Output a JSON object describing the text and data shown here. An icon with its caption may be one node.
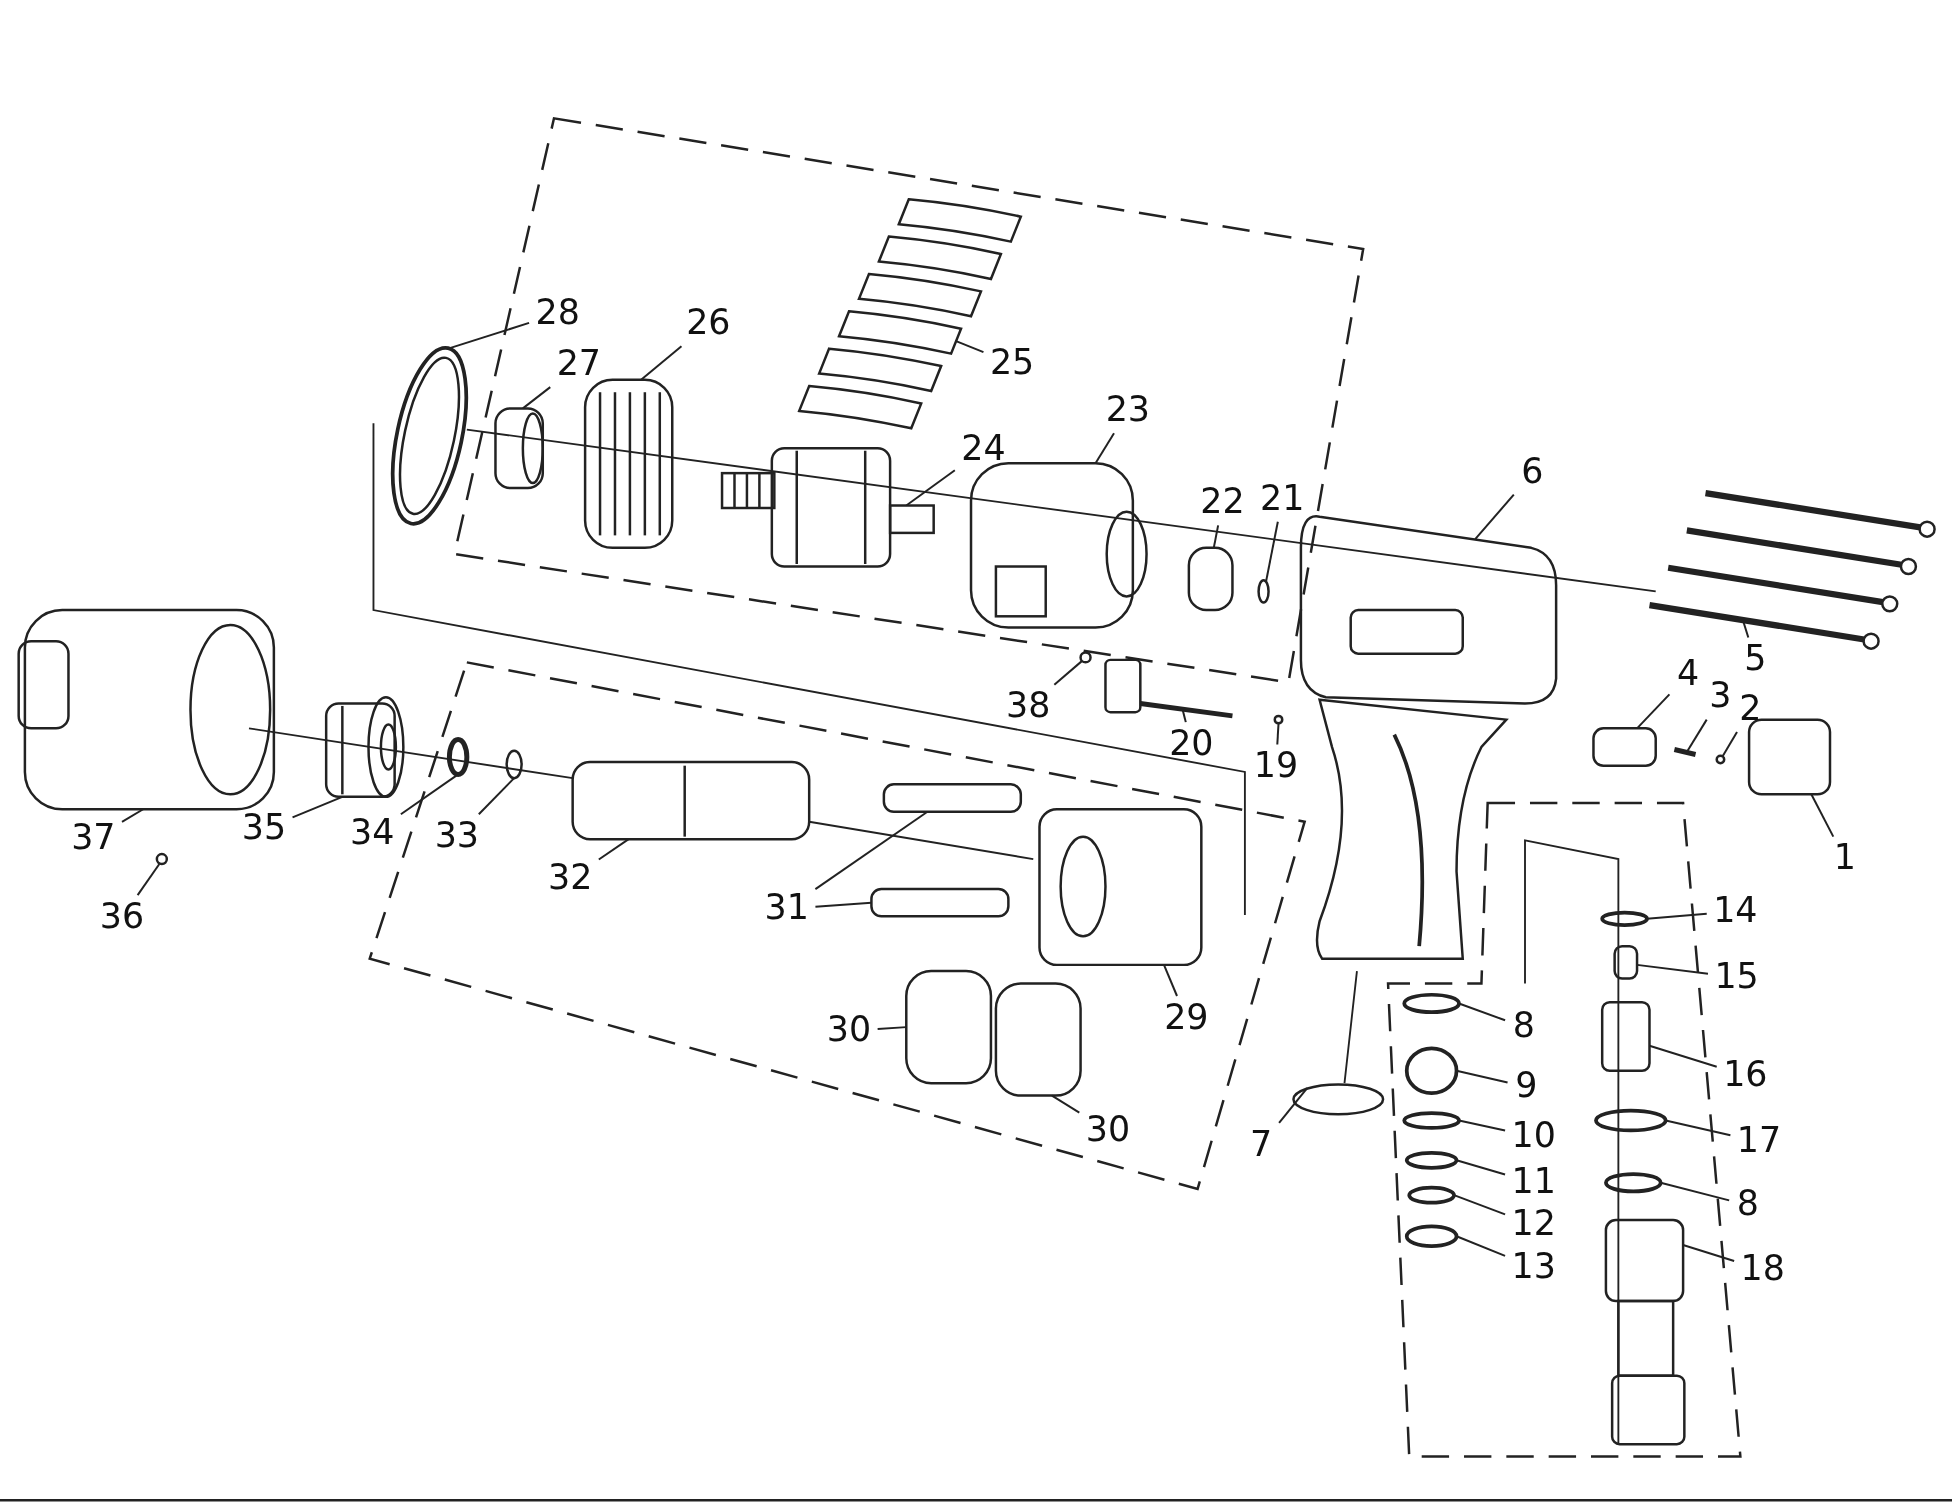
{
  "diagram": {
    "nodes": [
      {
        "text": [
          "1"
        ]
      },
      {
        "text": [
          "2"
        ]
      },
      {
        "text": [
          "3"
        ]
      },
      {
        "text": [
          "4"
        ]
      },
      {
        "text": [
          "5"
        ]
      },
      {
        "text": [
          "6"
        ]
      },
      {
        "text": [
          "7"
        ]
      },
      {
        "text": [
          "8"
        ]
      },
      {
        "text": [
          "9"
        ]
      },
      {
        "text": [
          "10"
        ]
      },
      {
        "text": [
          "11"
        ]
      },
      {
        "text": [
          "12"
        ]
      },
      {
        "text": [
          "13"
        ]
      },
      {
        "text": [
          "14"
        ]
      },
      {
        "text": [
          "15"
        ]
      },
      {
        "text": [
          "16"
        ]
      },
      {
        "text": [
          "17"
        ]
      },
      {
        "text": [
          "8"
        ]
      },
      {
        "text": [
          "18"
        ]
      },
      {
        "text": [
          "19"
        ]
      },
      {
        "text": [
          "20"
        ]
      },
      {
        "text": [
          "21"
        ]
      },
      {
        "text": [
          "22"
        ]
      },
      {
        "text": [
          "23"
        ]
      },
      {
        "text": [
          "24"
        ]
      },
      {
        "text": [
          "25"
        ]
      },
      {
        "text": [
          "26"
        ]
      },
      {
        "text": [
          "27"
        ]
      },
      {
        "text": [
          "28"
        ]
      },
      {
        "text": [
          "29"
        ]
      },
      {
        "text": [
          "30"
        ]
      },
      {
        "text": [
          "30"
        ]
      },
      {
        "text": [
          "31"
        ]
      },
      {
        "text": [
          "32"
        ]
      },
      {
        "text": [
          "33"
        ]
      },
      {
        "text": [
          "34"
        ]
      },
      {
        "text": [
          "35"
        ]
      },
      {
        "text": [
          "36"
        ]
      },
      {
        "text": [
          "37"
        ]
      },
      {
        "text": [
          "38"
        ]
      },
      {
        "text": [],
        "shape": "box"
      },
      {
        "text": [],
        "shape": "circle"
      },
      {
        "text": [],
        "shape": "bar"
      },
      {
        "text": [],
        "shape": "box"
      },
      {
        "text": [],
        "shape": "picture"
      },
      {
        "text": [],
        "shape": "picture"
      },
      {
        "text": [],
        "shape": "circle"
      },
      {
        "text": [],
        "shape": "circle"
      },
      {
        "text": [],
        "shape": "circle"
      },
      {
        "text": [],
        "shape": "circle"
      },
      {
        "text": [],
        "shape": "circle"
      },
      {
        "text": [],
        "shape": "circle"
      },
      {
        "text": [],
        "shape": "circle"
      },
      {
        "text": [],
        "shape": "circle"
      },
      {
        "text": [],
        "shape": "box"
      },
      {
        "text": [],
        "shape": "box"
      },
      {
        "text": [],
        "shape": "circle"
      },
      {
        "text": [],
        "shape": "circle"
      },
      {
        "text": [],
        "shape": "picture"
      },
      {
        "text": [],
        "shape": "circle"
      },
      {
        "text": [],
        "shape": "picture"
      },
      {
        "text": [],
        "shape": "circle"
      },
      {
        "text": [],
        "shape": "box"
      },
      {
        "text": [],
        "shape": "picture"
      },
      {
        "text": [],
        "shape": "picture"
      },
      {
        "text": [],
        "shape": "picture"
      },
      {
        "text": [],
        "shape": "picture"
      },
      {
        "text": [],
        "shape": "picture"
      },
      {
        "text": [],
        "shape": "picture"
      },
      {
        "text": [],
        "shape": "picture"
      },
      {
        "text": [],
        "shape": "box"
      },
      {
        "text": [],
        "shape": "box"
      },
      {
        "text": [],
        "shape": "box"
      },
      {
        "text": [],
        "shape": "picture"
      },
      {
        "text": [],
        "shape": "circle"
      },
      {
        "text": [],
        "shape": "circle"
      },
      {
        "text": [],
        "shape": "picture"
      },
      {
        "text": [],
        "shape": "circle"
      },
      {
        "text": [],
        "shape": "picture"
      },
      {
        "text": [],
        "shape": "circle"
      },
      {
        "text": [],
        "shape": "box"
      }
    ],
    "edges": [
      {
        "from": 0,
        "to": 40,
        "arrow": "none"
      },
      {
        "from": 1,
        "to": 41,
        "arrow": "none"
      },
      {
        "from": 2,
        "to": 42,
        "arrow": "none"
      },
      {
        "from": 3,
        "to": 43,
        "arrow": "none"
      },
      {
        "from": 4,
        "to": 44,
        "arrow": "none"
      },
      {
        "from": 5,
        "to": 45,
        "arrow": "none"
      },
      {
        "from": 6,
        "to": 46,
        "arrow": "none"
      },
      {
        "from": 7,
        "to": 47,
        "arrow": "none"
      },
      {
        "from": 8,
        "to": 48,
        "arrow": "none"
      },
      {
        "from": 9,
        "to": 49,
        "arrow": "none"
      },
      {
        "from": 10,
        "to": 50,
        "arrow": "none"
      },
      {
        "from": 11,
        "to": 51,
        "arrow": "none"
      },
      {
        "from": 12,
        "to": 52,
        "arrow": "none"
      },
      {
        "from": 13,
        "to": 53,
        "arrow": "none"
      },
      {
        "from": 14,
        "to": 54,
        "arrow": "none"
      },
      {
        "from": 15,
        "to": 55,
        "arrow": "none"
      },
      {
        "from": 16,
        "to": 56,
        "arrow": "none"
      },
      {
        "from": 17,
        "to": 57,
        "arrow": "none"
      },
      {
        "from": 18,
        "to": 58,
        "arrow": "none"
      },
      {
        "from": 19,
        "to": 59,
        "arrow": "none"
      },
      {
        "from": 20,
        "to": 60,
        "arrow": "none"
      },
      {
        "from": 21,
        "to": 61,
        "arrow": "none"
      },
      {
        "from": 22,
        "to": 62,
        "arrow": "none"
      },
      {
        "from": 23,
        "to": 63,
        "arrow": "none"
      },
      {
        "from": 24,
        "to": 64,
        "arrow": "none"
      },
      {
        "from": 25,
        "to": 65,
        "arrow": "none"
      },
      {
        "from": 26,
        "to": 66,
        "arrow": "none"
      },
      {
        "from": 27,
        "to": 67,
        "arrow": "none"
      },
      {
        "from": 28,
        "to": 68,
        "arrow": "none"
      },
      {
        "from": 29,
        "to": 69,
        "arrow": "none"
      },
      {
        "from": 30,
        "to": 70,
        "arrow": "none"
      },
      {
        "from": 31,
        "to": 71,
        "arrow": "none"
      },
      {
        "from": 32,
        "to": 72,
        "arrow": "none"
      },
      {
        "from": 33,
        "to": 73,
        "arrow": "none"
      },
      {
        "from": 34,
        "to": 74,
        "arrow": "none"
      },
      {
        "from": 35,
        "to": 75,
        "arrow": "none"
      },
      {
        "from": 36,
        "to": 76,
        "arrow": "none"
      },
      {
        "from": 37,
        "to": 77,
        "arrow": "none"
      },
      {
        "from": 38,
        "to": 78,
        "arrow": "none"
      },
      {
        "from": 39,
        "to": 79,
        "arrow": "none"
      },
      {
        "from": 32,
        "to": 80,
        "arrow": "none"
      }
    ]
  }
}
